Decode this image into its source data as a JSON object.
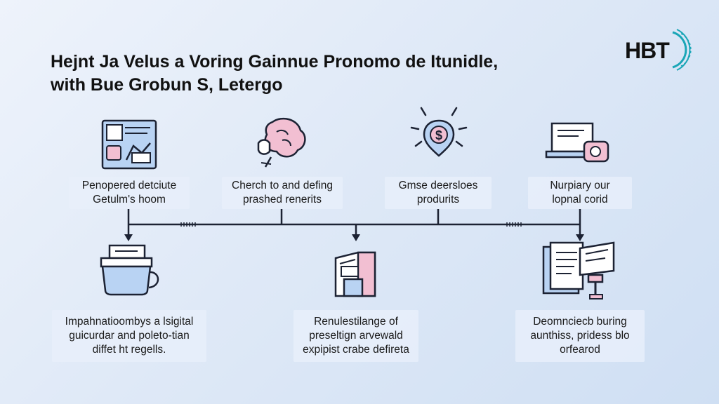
{
  "title": {
    "line1": "Hejnt Ja Velus a Voring Gainnue Pronomo de Itunidle,",
    "line2": "with Bue Grobun S, Letergo"
  },
  "logo": {
    "text": "HBT"
  },
  "top_row": [
    {
      "icon": "document-dashboard-icon",
      "lines": [
        "Penopered detciute",
        "Getulm's hoom"
      ]
    },
    {
      "icon": "brain-piggy-icon",
      "lines": [
        "Cherch to and defing",
        "prashed renerits"
      ]
    },
    {
      "icon": "dollar-shield-icon",
      "lines": [
        "Gmse deersloes",
        "produrits"
      ]
    },
    {
      "icon": "laptop-wallet-icon",
      "lines": [
        "Nurpiary our",
        "lopnal corid"
      ]
    }
  ],
  "bottom_row": [
    {
      "icon": "computer-mug-icon",
      "lines": [
        "Impahnatioombys a lsigital",
        "guicurdar and poleto-tian",
        "diffet ht regells."
      ]
    },
    {
      "icon": "building-folder-icon",
      "lines": [
        "Renulestilange of",
        "preseltign arvewald",
        "expipist crabe defireta"
      ]
    },
    {
      "icon": "documents-gavel-icon",
      "lines": [
        "Deomnciecb buring",
        "aunthiss, pridess blo",
        "orfearod"
      ]
    }
  ],
  "colors": {
    "accent_blue": "#b9d3f3",
    "accent_pink": "#f2bfd2",
    "stroke": "#1c2233",
    "teal": "#1aa6b7"
  }
}
